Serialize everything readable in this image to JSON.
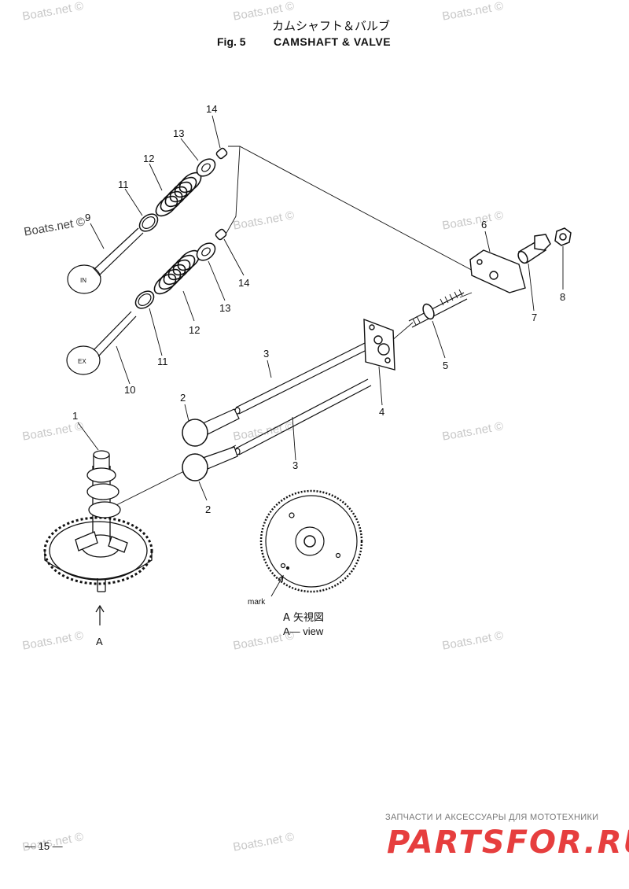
{
  "header": {
    "title_jp": "カムシャフト＆バルブ",
    "fig_label": "Fig. 5",
    "title_en": "CAMSHAFT & VALVE"
  },
  "watermark": {
    "text": "Boats.net ©"
  },
  "callouts": [
    "1",
    "2",
    "2",
    "3",
    "3",
    "4",
    "5",
    "6",
    "7",
    "8",
    "9",
    "10",
    "11",
    "11",
    "12",
    "12",
    "13",
    "13",
    "14",
    "14"
  ],
  "view": {
    "marker": "A",
    "label_jp": "A 矢視図",
    "label_en": "A— view",
    "mark_label": "mark"
  },
  "valve_stamps": {
    "intake": "IN",
    "exhaust": "EX"
  },
  "page_number": "— 15 —",
  "ad": {
    "top_text": "ЗАПЧАСТИ И АКСЕССУАРЫ ДЛЯ МОТОТЕХНИКИ",
    "logo_text": "PARTSFOR.RU"
  },
  "colors": {
    "line": "#111111",
    "watermark": "#c8c8c8",
    "ad_red": "#e21d1d"
  }
}
